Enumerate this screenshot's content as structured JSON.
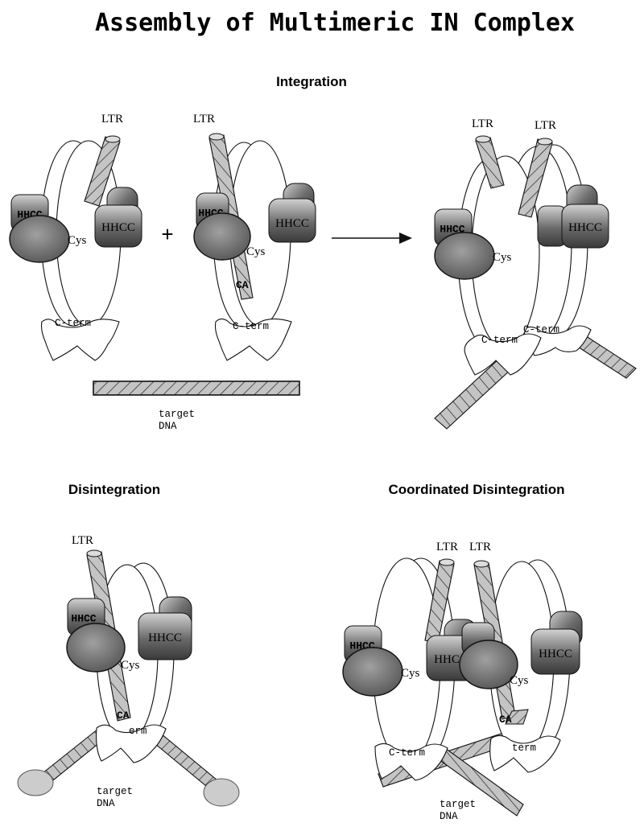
{
  "title": "Assembly of Multimeric IN Complex",
  "panels": {
    "integration": {
      "heading": "Integration",
      "plus": "+",
      "target_label_line1": "target",
      "target_label_line2": "DNA"
    },
    "disintegration": {
      "heading": "Disintegration",
      "target_label_line1": "target",
      "target_label_line2": "DNA"
    },
    "coordinated": {
      "heading": "Coordinated Disintegration",
      "target_label_line1": "target",
      "target_label_line2": "DNA"
    }
  },
  "labels": {
    "ltr": "LTR",
    "hhcc": "HHCC",
    "hhcc_mirrored": "HHCC",
    "cys": "Cys",
    "c_term": "C-term",
    "ca": "CA",
    "erm": "erm",
    "term": "term"
  },
  "colors": {
    "dna_fill": "#bdbdbd",
    "dna_stripe": "#222222",
    "domain_dark": "#4a4a4a",
    "domain_light": "#cfcfcf",
    "core_gray": "#7a7a7a",
    "target_end_gray": "#cccccc"
  }
}
